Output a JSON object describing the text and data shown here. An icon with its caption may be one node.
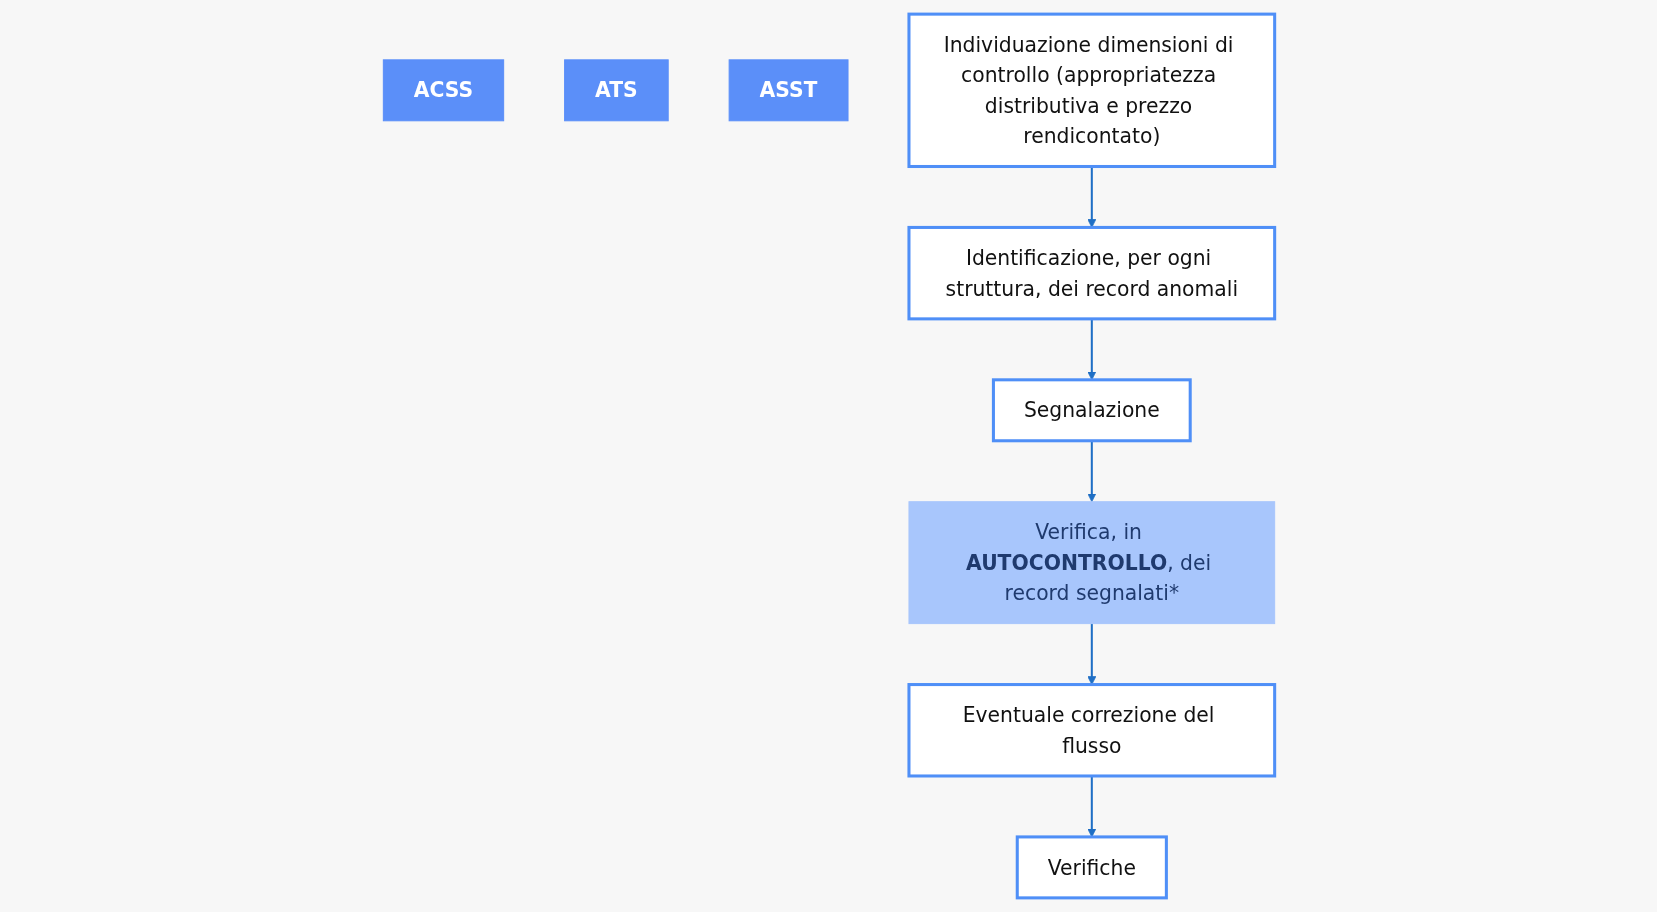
{
  "diagram": {
    "nodes": [
      {
        "text": [
          "ACSS"
        ]
      },
      {
        "text": [
          "ATS"
        ]
      },
      {
        "text": [
          "ASST"
        ]
      },
      {
        "text": [
          "Individuazione dimensioni di controllo (appropriatezza distributiva e prezzo rendicontato)"
        ]
      },
      {
        "text": [
          "Identificazione, per ogni struttura, dei record anomali"
        ]
      },
      {
        "text": [
          "Segnalazione"
        ]
      },
      {
        "text": [
          "Verifica, in **AUTOCONTROLLO**, dei record segnalati*"
        ]
      },
      {
        "text": [
          "Eventuale correzione del flusso"
        ]
      },
      {
        "text": [
          "Verifiche"
        ]
      }
    ],
    "edges": [
      {
        "from": 3,
        "to": 4,
        "arrow": "to"
      },
      {
        "from": 4,
        "to": 5,
        "arrow": "to"
      },
      {
        "from": 5,
        "to": 6,
        "arrow": "to"
      },
      {
        "from": 6,
        "to": 7,
        "arrow": "to"
      },
      {
        "from": 7,
        "to": 8,
        "arrow": "to"
      }
    ]
  }
}
